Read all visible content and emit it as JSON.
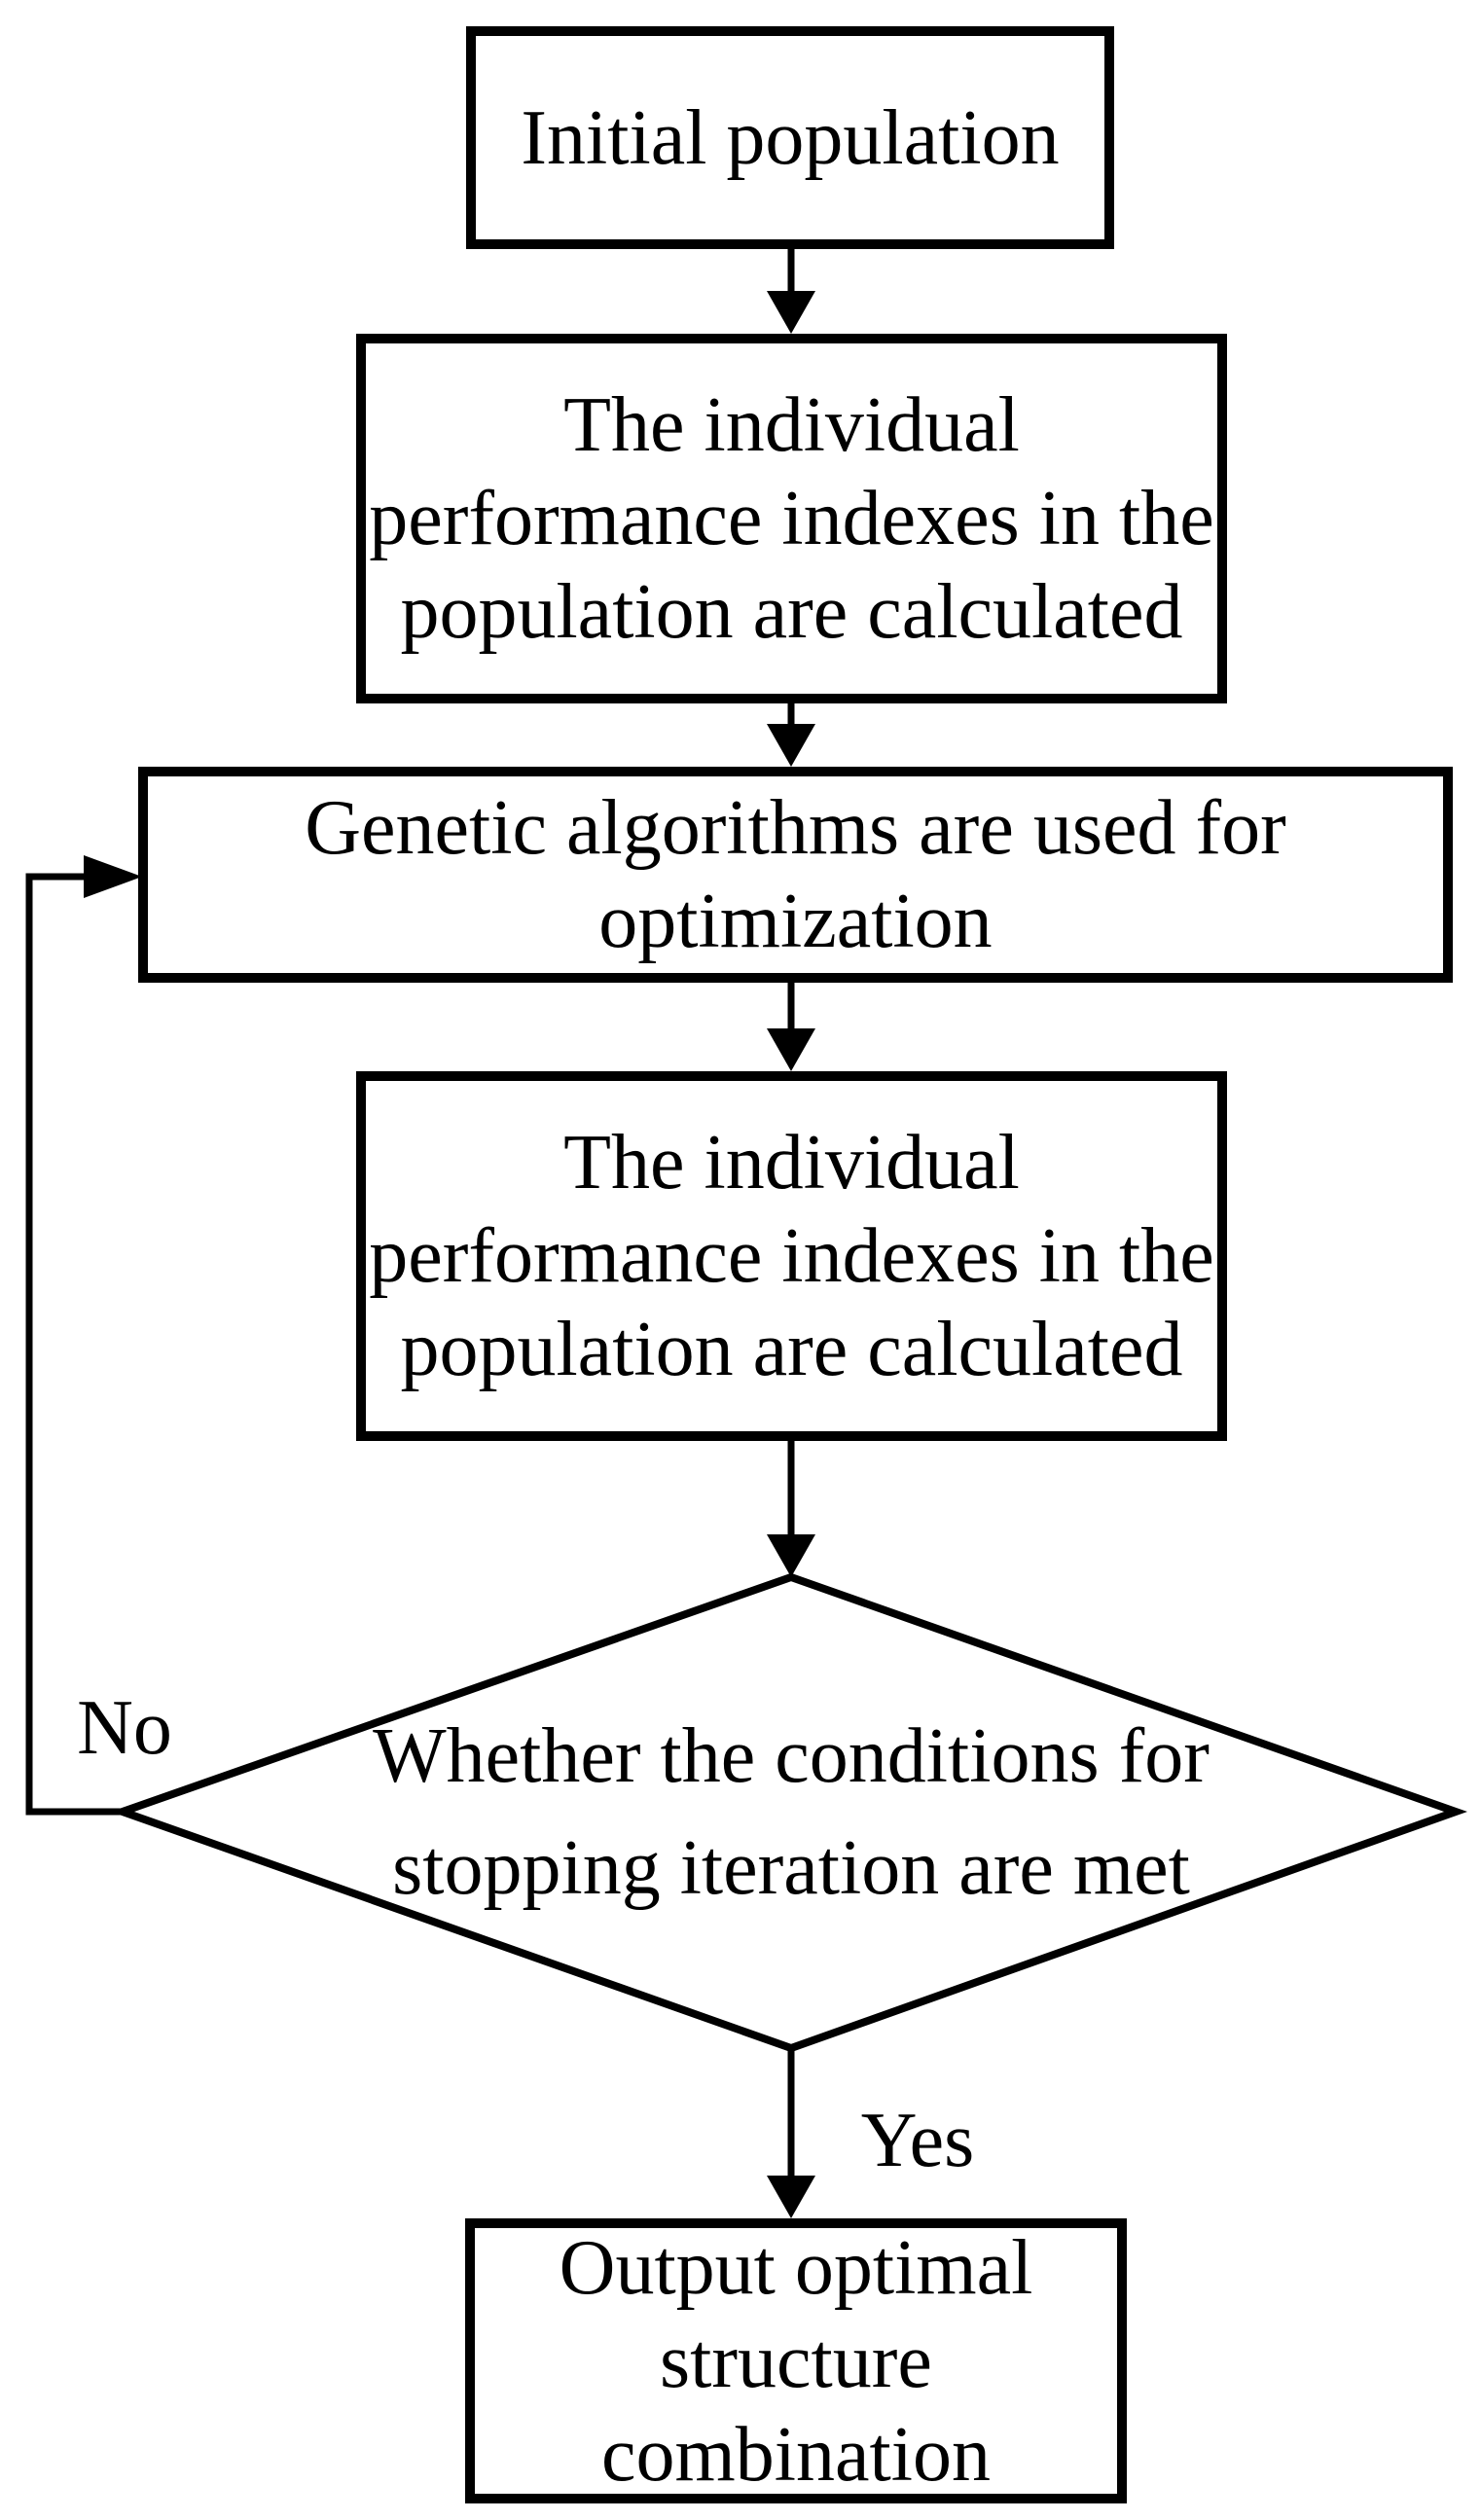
{
  "flowchart": {
    "colors": {
      "stroke": "#000000",
      "background": "#ffffff",
      "text": "#000000"
    },
    "nodes": {
      "initial": {
        "label": "Initial population"
      },
      "calc1": {
        "lines": [
          "The individual",
          "performance indexes in the",
          "population are calculated"
        ]
      },
      "genetic": {
        "lines": [
          "Genetic algorithms are used for",
          "optimization"
        ]
      },
      "calc2": {
        "lines": [
          "The individual",
          "performance indexes in the",
          "population are calculated"
        ]
      },
      "decision": {
        "lines": [
          "Whether the conditions for",
          "stopping iteration are met"
        ]
      },
      "output": {
        "lines": [
          "Output optimal",
          "structure",
          "combination"
        ]
      }
    },
    "branches": {
      "no_label": "No",
      "yes_label": "Yes"
    }
  }
}
